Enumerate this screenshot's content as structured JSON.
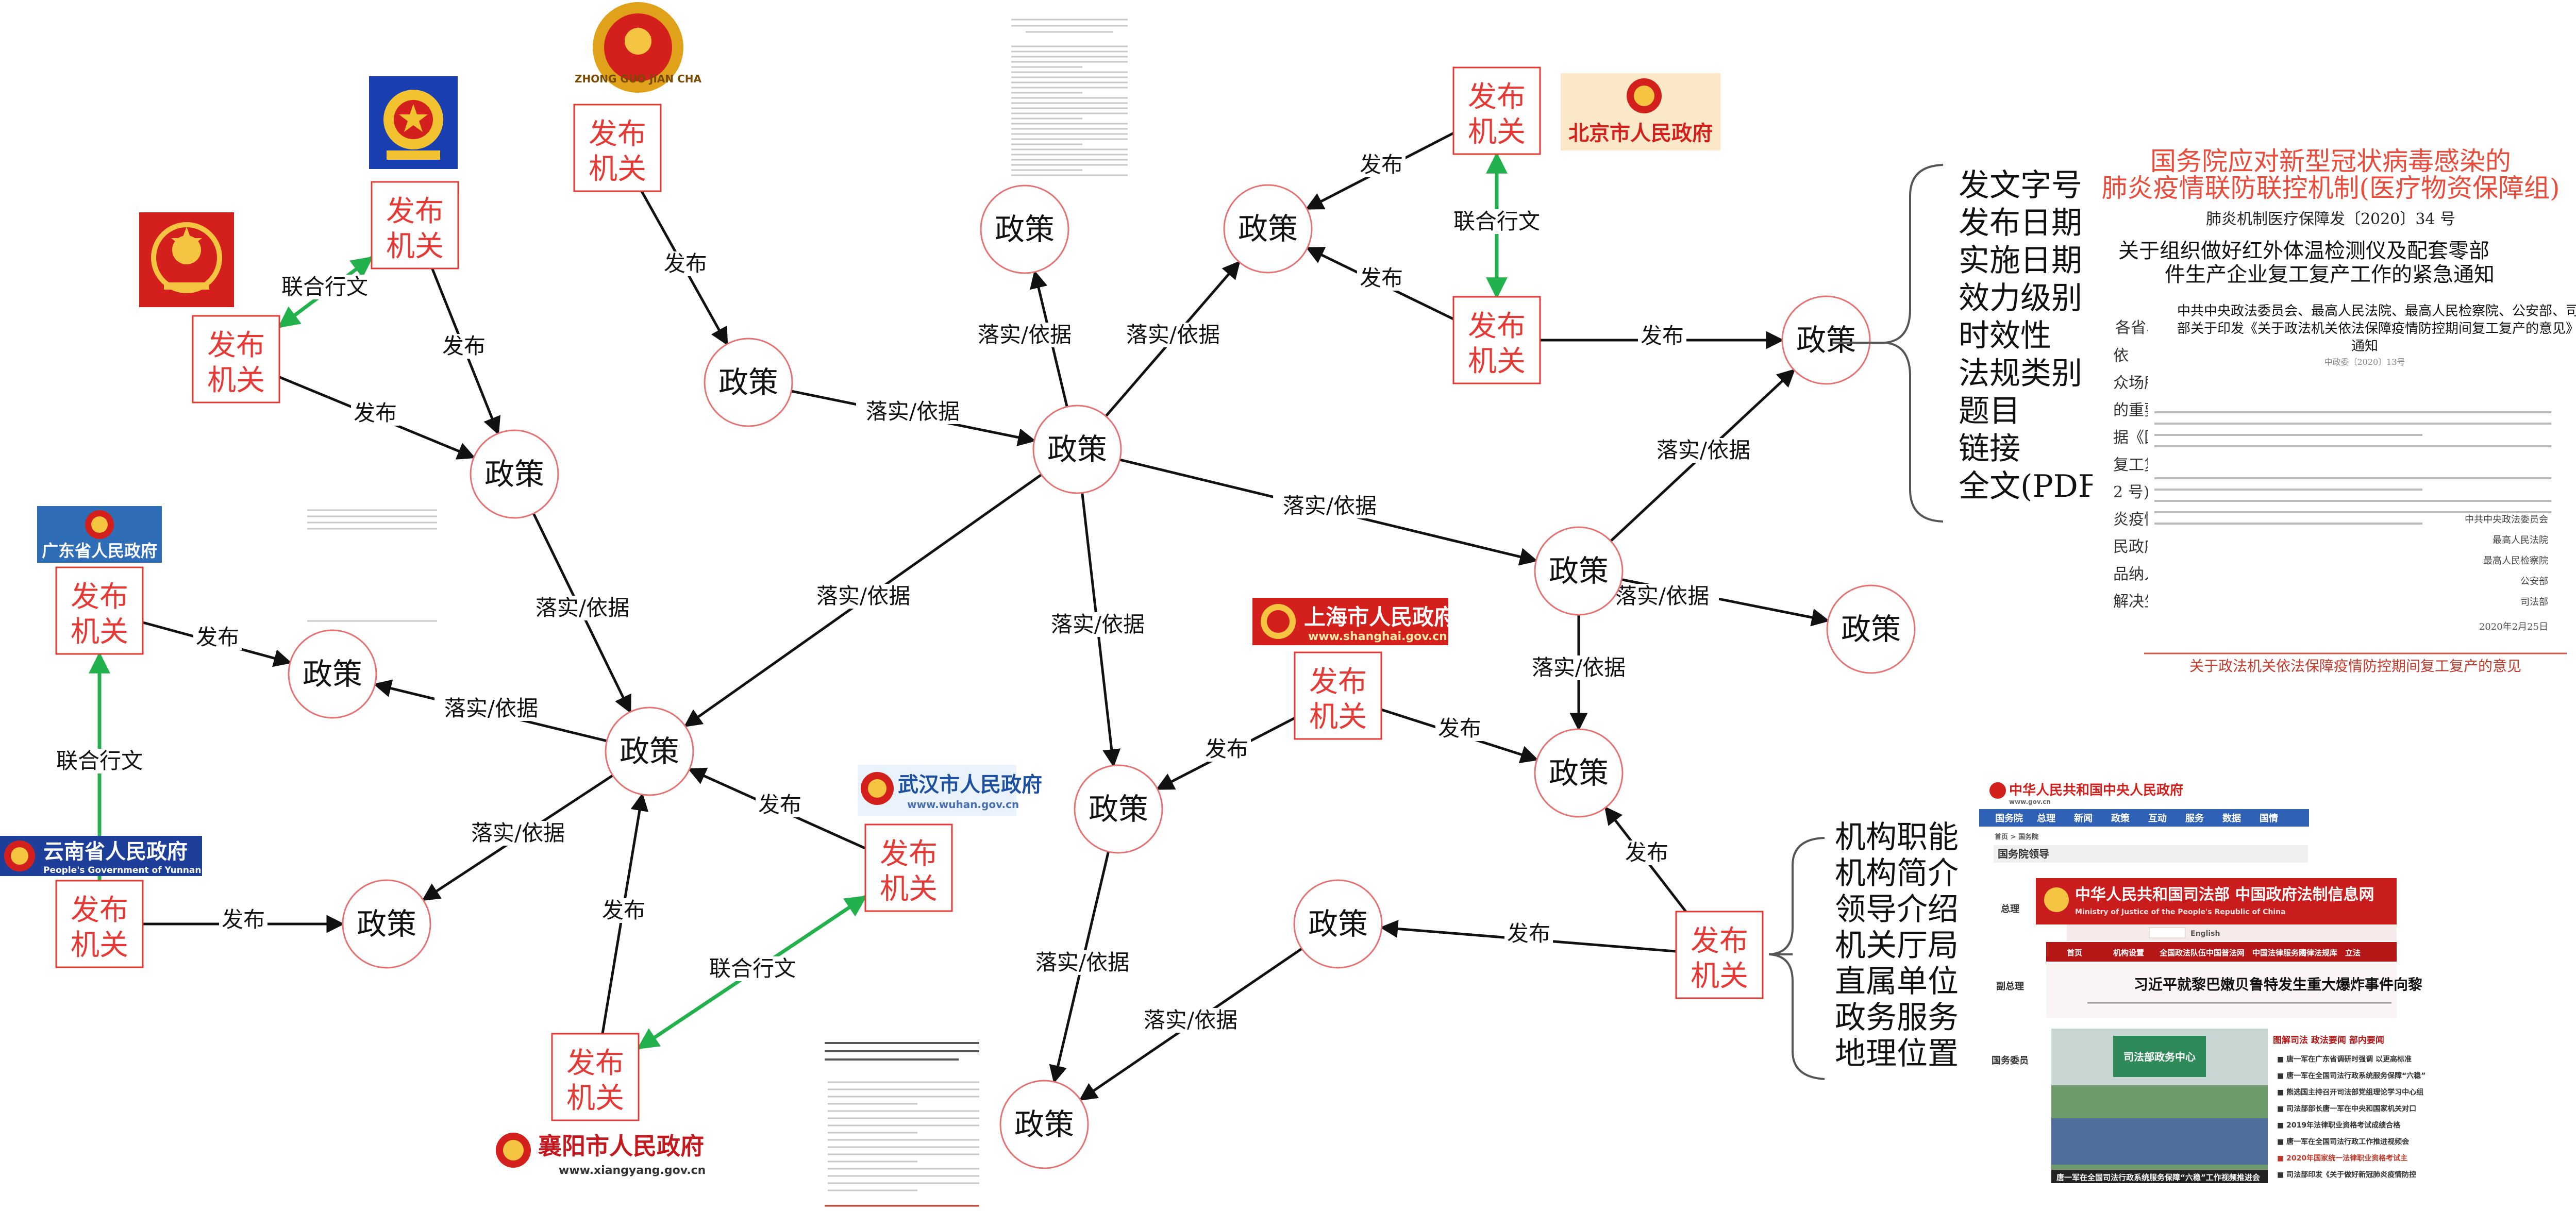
{
  "labels": {
    "policy": "政策",
    "agency_line1": "发布",
    "agency_line2": "机关",
    "publish": "发布",
    "implement": "落实/依据",
    "joint": "联合行文"
  },
  "colors": {
    "agency_red": "#e53935",
    "joint_green": "#22b14c",
    "circle_red": "#e57373",
    "edge": "#111111"
  },
  "logos": {
    "beijing": "北京市人民政府",
    "guangdong": "广东省人民政府",
    "yunnan": "云南省人民政府",
    "yunnan_en": "People's Government of Yunnan Province",
    "shanghai": "上海市人民政府",
    "shanghai_url": "www.shanghai.gov.cn",
    "wuhan": "武汉市人民政府",
    "wuhan_url": "www.wuhan.gov.cn",
    "xiangyang": "襄阳市人民政府",
    "xiangyang_url": "www.xiangyang.gov.cn",
    "procuratorate_seal": "ZHONG GUO JIAN CHA"
  },
  "policy_attributes": [
    "发文字号",
    "发布日期",
    "实施日期",
    "效力级别",
    "时效性",
    "法规类别",
    "题目",
    "链接",
    "全文(PDF)"
  ],
  "agency_attributes": [
    "机构职能",
    "机构简介",
    "领导介绍",
    "机关厅局",
    "直属单位",
    "政务服务",
    "地理位置"
  ],
  "doc_sample": {
    "header_line1": "国务院应对新型冠状病毒感染的",
    "header_line2": "肺炎疫情联防联控机制(医疗物资保障组)",
    "doc_number": "肺炎机制医疗保障发〔2020〕34 号",
    "title_line1": "关于组织做好红外体温检测仪及配套零部",
    "title_line2": "件生产企业复工复产工作的紧急通知",
    "salutation": "各省、",
    "body_chars": [
      "依",
      "众场所",
      "的重要",
      "据《国",
      "复工复",
      "2 号)",
      "炎疫情",
      "民政府",
      "品纳入",
      "解决生"
    ],
    "overlay_title_line1": "中共中央政法委员会、最高人民法院、最高人民检察院、公安部、司法",
    "overlay_title_line2": "部关于印发《关于政法机关依法保障疫情防控期间复工复产的意见》的",
    "overlay_title_line3": "通知",
    "overlay_doc_no": "中政委〔2020〕13号",
    "signatories": [
      "中共中央政法委员会",
      "最高人民法院",
      "最高人民检察院",
      "公安部",
      "司法部"
    ],
    "date": "2020年2月25日",
    "footer_title": "关于政法机关依法保障疫情防控期间复工复产的意见"
  },
  "gov_site": {
    "header": "中华人民共和国中央人民政府",
    "url": "www.gov.cn",
    "nav": [
      "国务院",
      "总理",
      "新闻",
      "政策",
      "互动",
      "服务",
      "数据",
      "国情"
    ],
    "crumb": "首页 > 国务院",
    "section": "国务院领导",
    "side_labels": [
      "总理",
      "副总理",
      "国务委员"
    ],
    "moj_title": "中华人民共和国司法部 中国政府法制信息网",
    "moj_subtitle": "Ministry of Justice of the People's Republic of China",
    "moj_lang": "English",
    "moj_nav": [
      "首页",
      "机构设置",
      "全国政法队伍",
      "中国普法网",
      "中国法律服务网",
      "法律法规库",
      "立法"
    ],
    "moj_headline": "习近平就黎巴嫩贝鲁特发生重大爆炸事件向黎",
    "moj_news_header": "图解司法    政法要闻    部内要闻",
    "moj_photo_banner": "司法部政务中心",
    "moj_caption": "唐一军在全国司法行政系统服务保障“六稳”工作视频推进会",
    "moj_news": [
      "唐一军在广东省调研时强调 以更高标准",
      "唐一军在全国司法行政系统服务保障“六稳”",
      "熊选国主持召开司法部党组理论学习中心组",
      "司法部部长唐一军在中央和国家机关对口",
      "2019年法律职业资格考试成绩合格",
      "唐一军在全国司法行政工作推进视频会",
      "2020年国家统一法律职业资格考试主",
      "司法部印发《关于做好新冠肺炎疫情防控"
    ]
  }
}
